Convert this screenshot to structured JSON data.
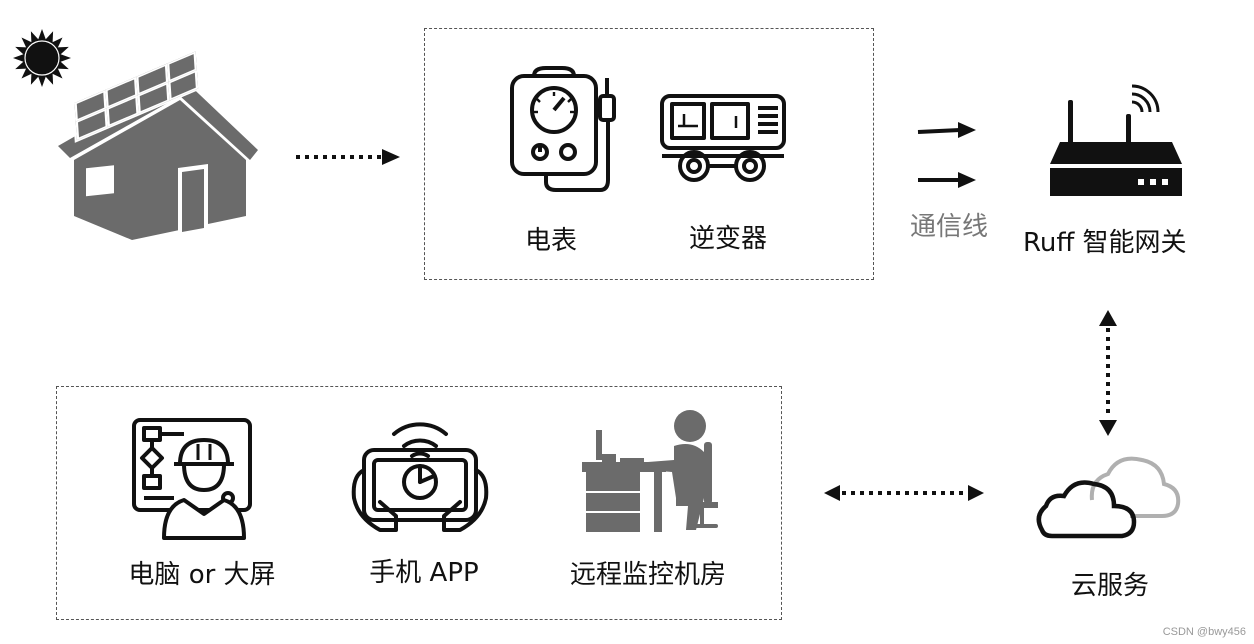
{
  "devices": {
    "meter_label": "电表",
    "inverter_label": "逆变器"
  },
  "link": {
    "wire_label": "通信线"
  },
  "gateway": {
    "label": "Ruff 智能网关"
  },
  "clients": {
    "computer_label": "电脑 or 大屏",
    "phone_label": "手机 APP",
    "monitor_room_label": "远程监控机房"
  },
  "cloud": {
    "label": "云服务"
  },
  "watermark": "CSDN @bwy456",
  "icons": [
    "sun-icon",
    "solar-house-icon",
    "meter-icon",
    "inverter-icon",
    "router-icon",
    "cloud-icon",
    "engineer-screen-icon",
    "tablet-app-icon",
    "desk-worker-icon"
  ],
  "colors": {
    "icon_dark": "#111111",
    "icon_gray": "#6b6b6b",
    "border": "#555555",
    "wire_text": "#777777"
  }
}
